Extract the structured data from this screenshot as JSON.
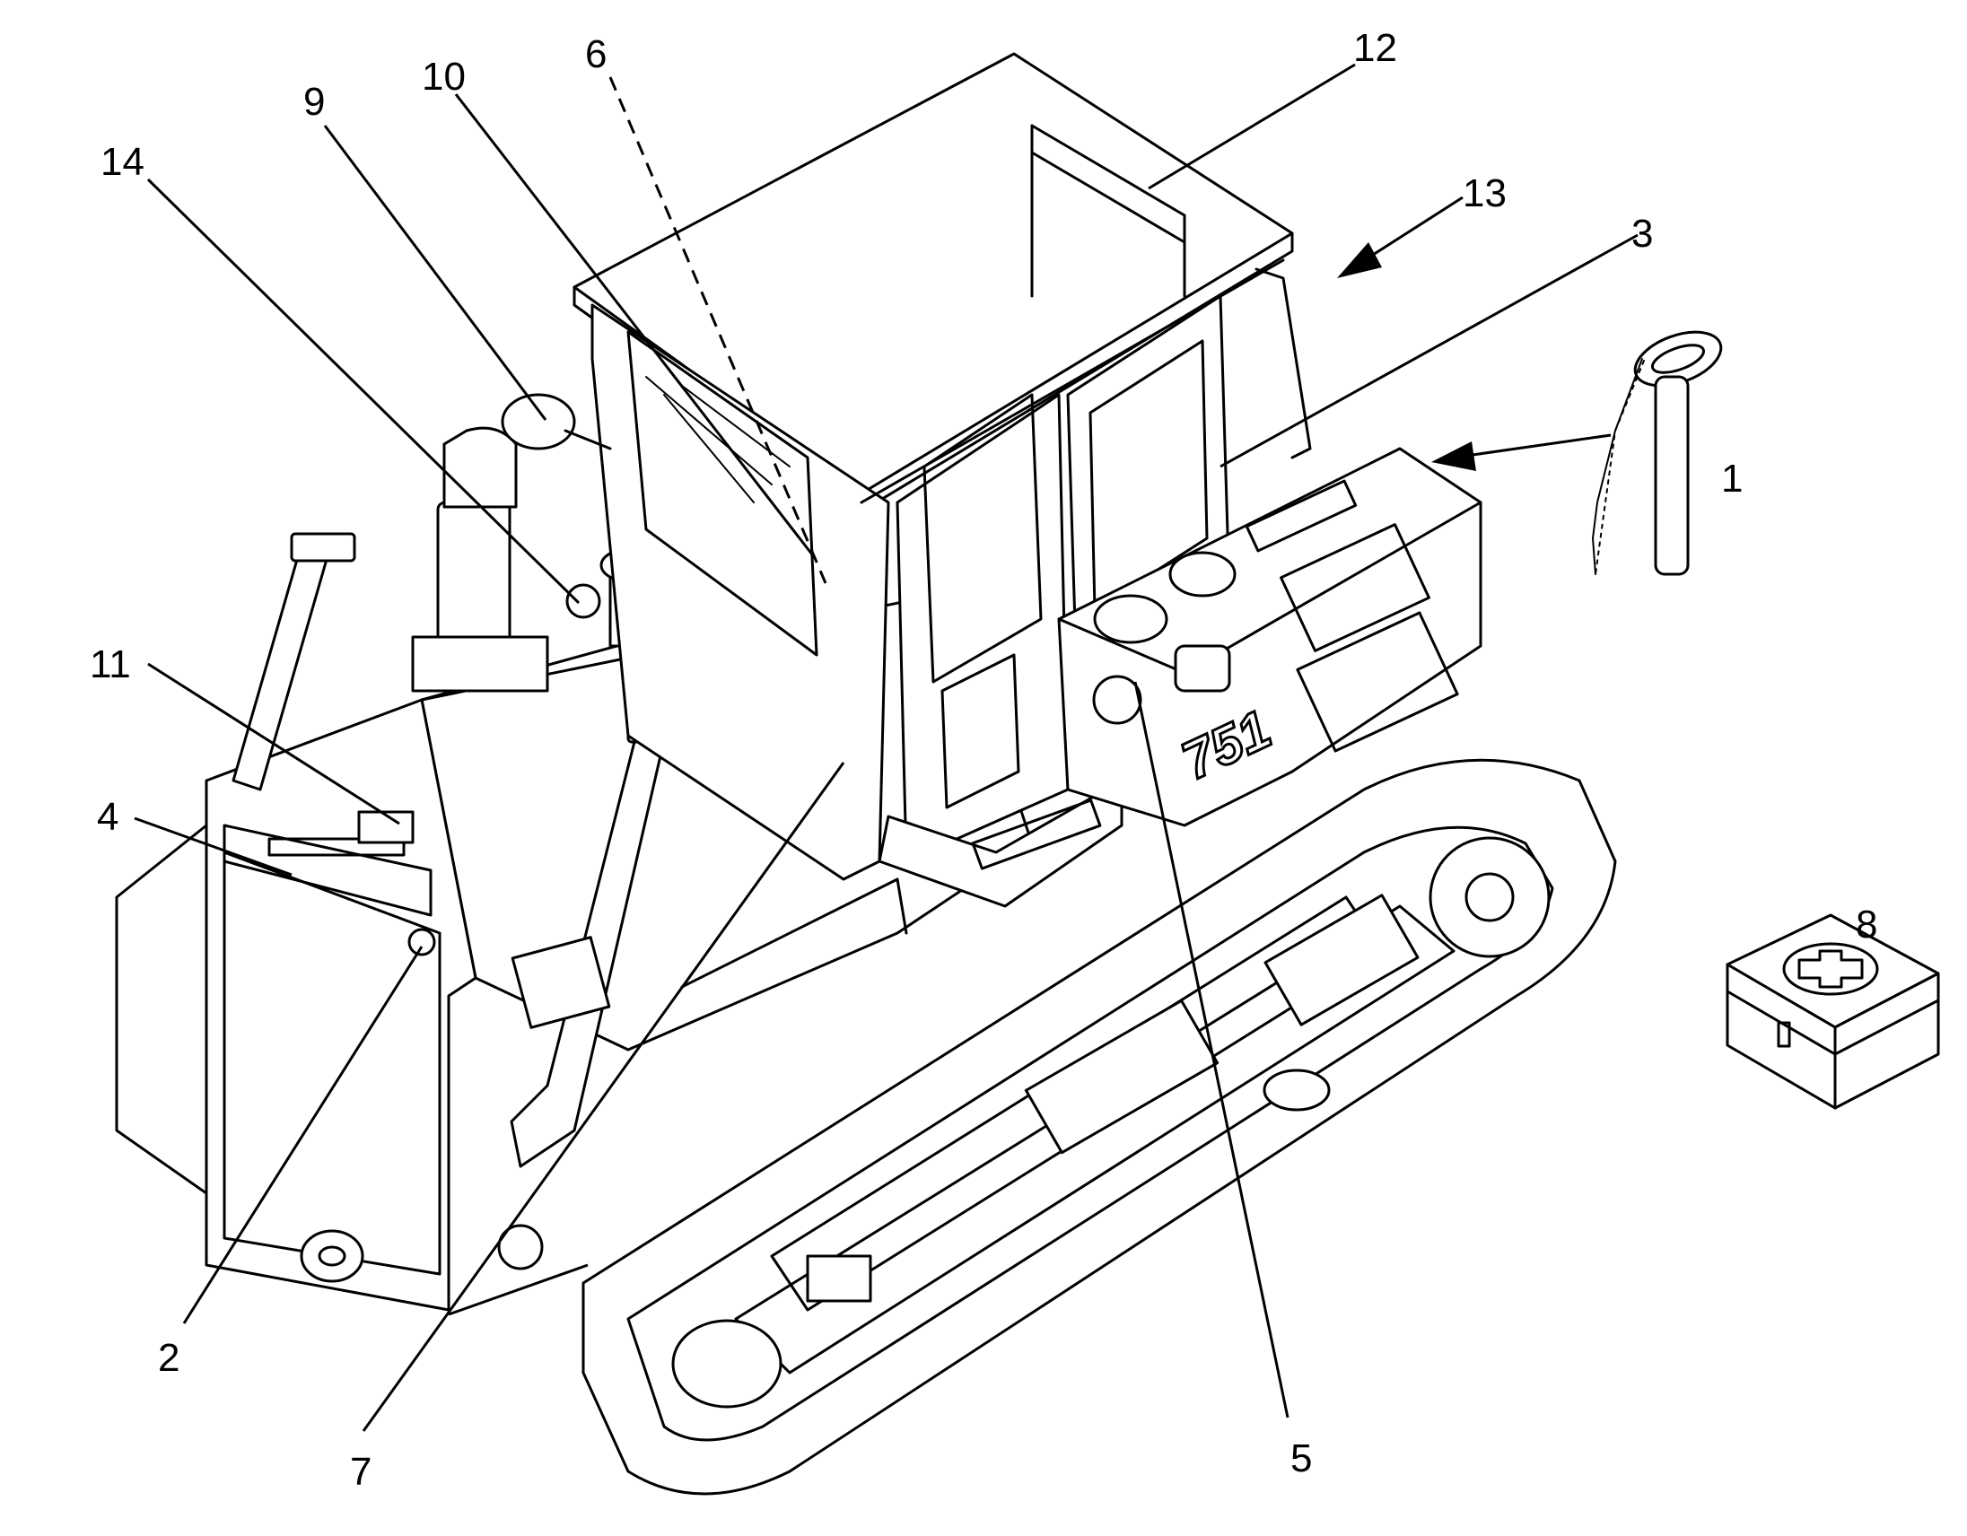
{
  "machine": {
    "model_marking": "751"
  },
  "callouts": [
    {
      "id": "c1",
      "label": "1"
    },
    {
      "id": "c2",
      "label": "2"
    },
    {
      "id": "c3",
      "label": "3"
    },
    {
      "id": "c4",
      "label": "4"
    },
    {
      "id": "c5",
      "label": "5"
    },
    {
      "id": "c6",
      "label": "6"
    },
    {
      "id": "c7",
      "label": "7"
    },
    {
      "id": "c8",
      "label": "8"
    },
    {
      "id": "c9",
      "label": "9"
    },
    {
      "id": "c10",
      "label": "10"
    },
    {
      "id": "c11",
      "label": "11"
    },
    {
      "id": "c12",
      "label": "12"
    },
    {
      "id": "c13",
      "label": "13"
    },
    {
      "id": "c14",
      "label": "14"
    }
  ],
  "colors": {
    "ink": "#000000",
    "paper": "#ffffff"
  }
}
